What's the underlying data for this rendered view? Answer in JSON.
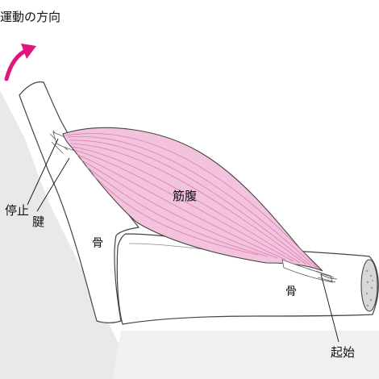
{
  "title": "運動の方向",
  "labels": {
    "insertion": "停止",
    "tendon": "腱",
    "belly": "筋腹",
    "bone_upper": "骨",
    "bone_lower": "骨",
    "origin": "起始"
  },
  "colors": {
    "muscle_fill": "#f3c2dd",
    "muscle_line": "#d77fb0",
    "arrow": "#e0157f",
    "bone_fill": "#ffffff",
    "bone_stroke": "#444444",
    "shadow": "#e9e9e9",
    "marrow": "#d8d8d8"
  }
}
